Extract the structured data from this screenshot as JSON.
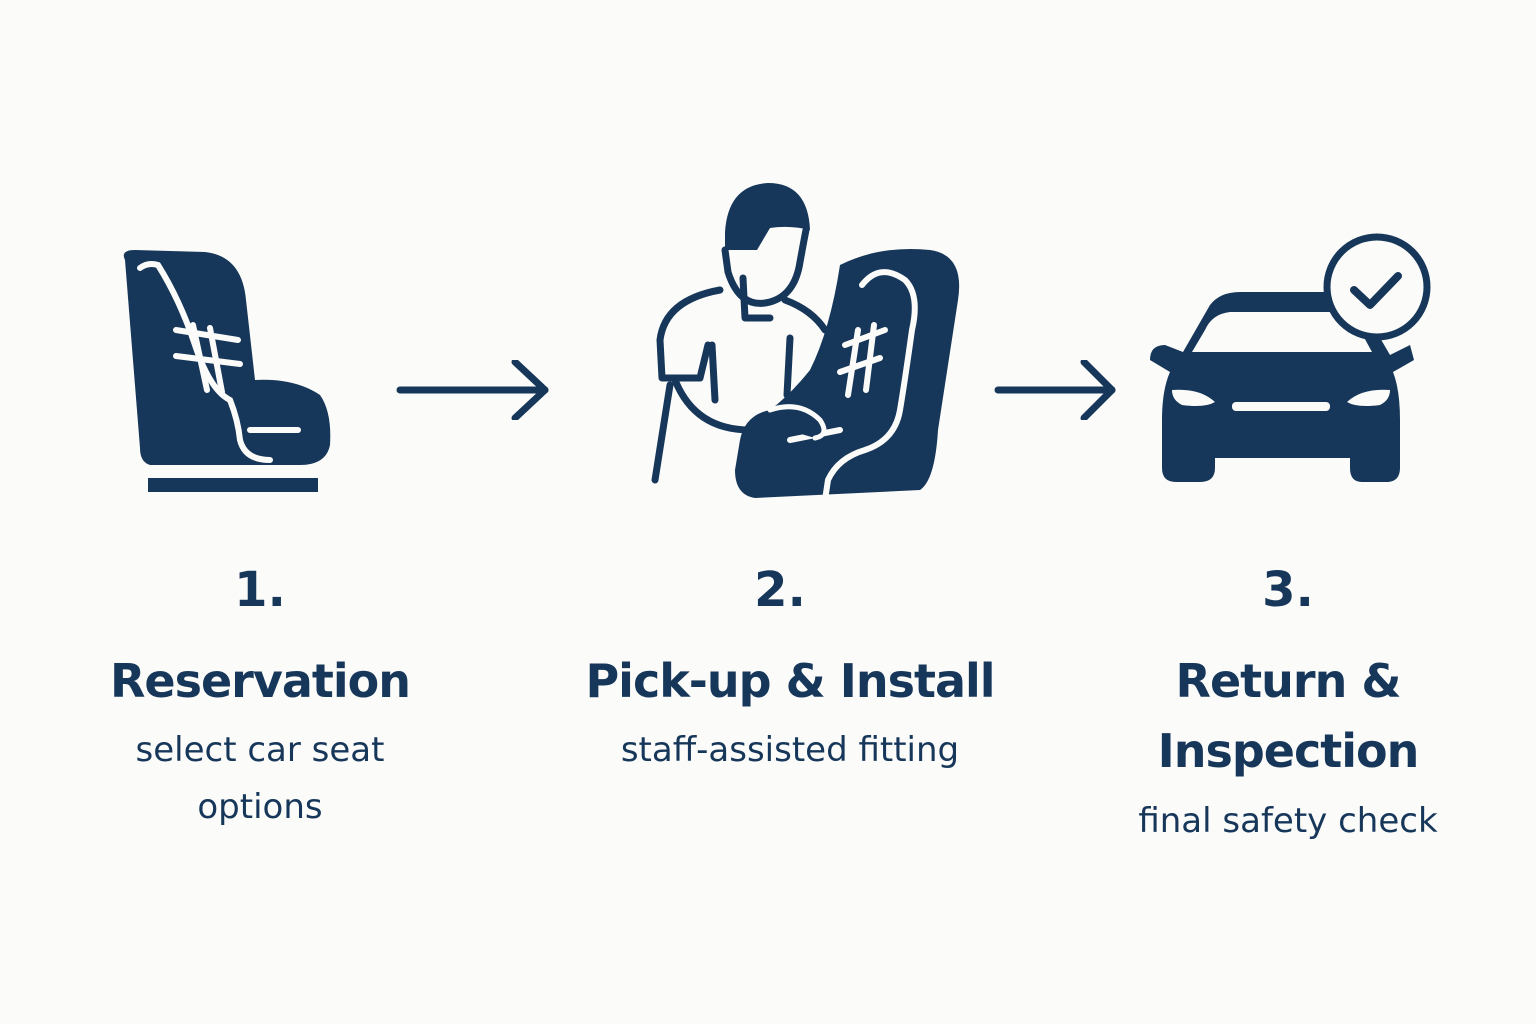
{
  "colors": {
    "primary": "#17375a",
    "background": "#fbfbf9"
  },
  "steps": [
    {
      "number": "1.",
      "title": "Reservation",
      "description": "select car seat options",
      "icon": "car-seat-icon"
    },
    {
      "number": "2.",
      "title": "Pick-up & Install",
      "description": "staff-assisted fitting",
      "icon": "person-installing-seat-icon"
    },
    {
      "number": "3.",
      "title": "Return & Inspection",
      "description": "final safety check",
      "icon": "car-check-icon"
    }
  ],
  "connectors": [
    "arrow-right-icon",
    "arrow-right-icon"
  ]
}
